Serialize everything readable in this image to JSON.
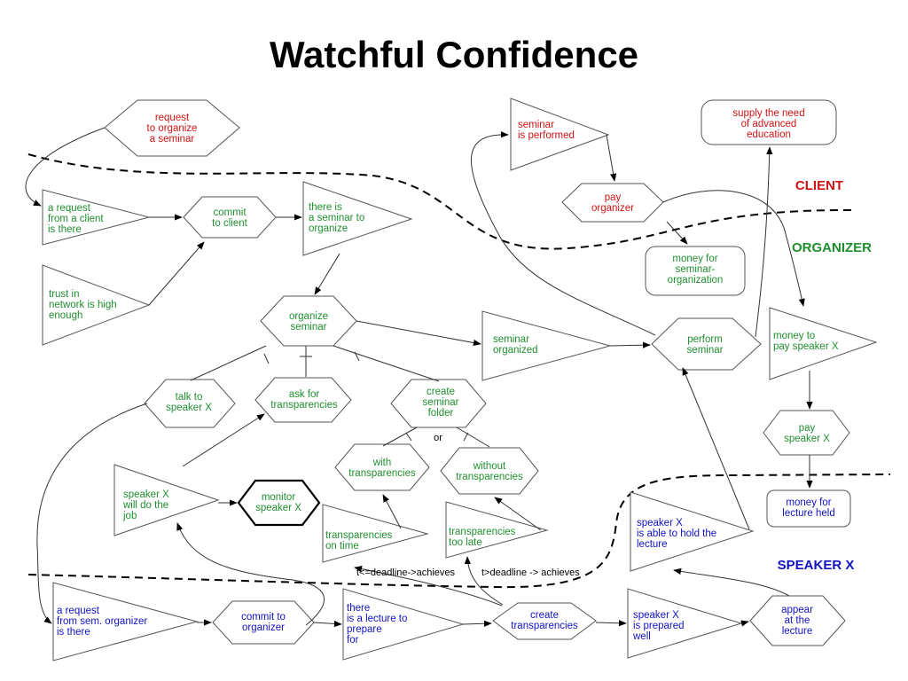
{
  "title": "Watchful Confidence",
  "zones": {
    "client": "CLIENT",
    "organizer": "ORGANIZER",
    "speaker": "SPEAKER X"
  },
  "colors": {
    "client": "#d01414",
    "organizer": "#1f8f2e",
    "speaker": "#1212c0"
  },
  "nodes": {
    "request_organize": [
      "request",
      "to organize",
      "a seminar"
    ],
    "seminar_performed": [
      "seminar",
      "is performed"
    ],
    "supply_need": [
      "supply the need",
      "of advanced",
      "education"
    ],
    "pay_organizer": [
      "pay",
      "organizer"
    ],
    "money_seminar_org": [
      "money for",
      "seminar-",
      "organization"
    ],
    "request_from_client": [
      "a request",
      "from a client",
      "is there"
    ],
    "commit_client": [
      "commit",
      "to client"
    ],
    "seminar_to_organize": [
      "there is",
      "a seminar to",
      "organize"
    ],
    "trust_network": [
      "trust in",
      "network is high",
      "enough"
    ],
    "organize_seminar": [
      "organize",
      "seminar"
    ],
    "seminar_organized": [
      "seminar",
      "organized"
    ],
    "perform_seminar": [
      "perform",
      "seminar"
    ],
    "money_pay_speaker": [
      "money to",
      "pay speaker X"
    ],
    "talk_speaker": [
      "talk to",
      "speaker X"
    ],
    "ask_transparencies": [
      "ask for",
      "transparencies"
    ],
    "create_folder": [
      "create",
      "seminar",
      "folder"
    ],
    "pay_speaker": [
      "pay",
      "speaker X"
    ],
    "or_label": "or",
    "with_transparencies": [
      "with",
      "transparencies"
    ],
    "without_transparencies": [
      "without",
      "transparencies"
    ],
    "speaker_will_do": [
      "speaker X",
      "will do the",
      "job"
    ],
    "monitor_speaker": [
      "monitor",
      "speaker X"
    ],
    "transp_on_time": [
      "transparencies",
      "on time"
    ],
    "transp_too_late": [
      "transparencies",
      "too late"
    ],
    "speaker_able": [
      "speaker X",
      "is able to hold the",
      "lecture"
    ],
    "money_lecture": [
      "money for",
      "lecture held"
    ],
    "deadline_le": "t<=deadline->achieves",
    "deadline_gt": "t>deadline -> achieves",
    "request_sem_org": [
      "a request",
      "from sem. organizer",
      "is there"
    ],
    "commit_organizer": [
      "commit to",
      "organizer"
    ],
    "lecture_to_prepare": [
      "there",
      "is a lecture to",
      "prepare",
      "for"
    ],
    "create_transparencies": [
      "create",
      "transparencies"
    ],
    "speaker_prepared": [
      "speaker X",
      "is prepared",
      "well"
    ],
    "appear_lecture": [
      "appear",
      "at the",
      "lecture"
    ]
  }
}
